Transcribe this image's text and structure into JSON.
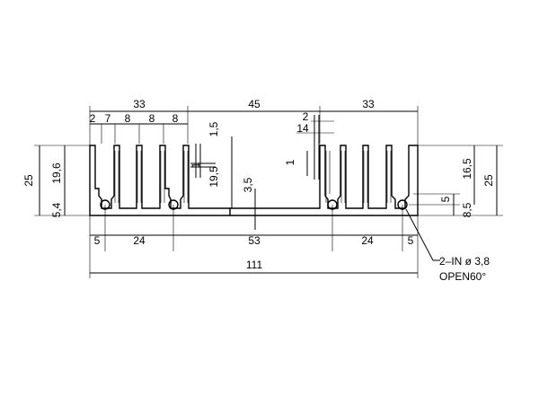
{
  "drawing": {
    "top_dims": [
      "33",
      "45",
      "33"
    ],
    "fin_pitch_dims": [
      "2",
      "7",
      "8",
      "8",
      "8"
    ],
    "right_fin_dims": [
      "2",
      "14"
    ],
    "left_heights": [
      "25",
      "19,6",
      "5,4"
    ],
    "right_heights": [
      "16,5",
      "25",
      "5",
      "8,5"
    ],
    "inner_dims": [
      "1,5",
      "1",
      "19,5",
      "3,5",
      "1"
    ],
    "hole_spacing": [
      "5",
      "24",
      "53",
      "24",
      "5"
    ],
    "overall_width": "111",
    "note_line1": "2–IN ø 3,8",
    "note_line2": "OPEN60°"
  }
}
